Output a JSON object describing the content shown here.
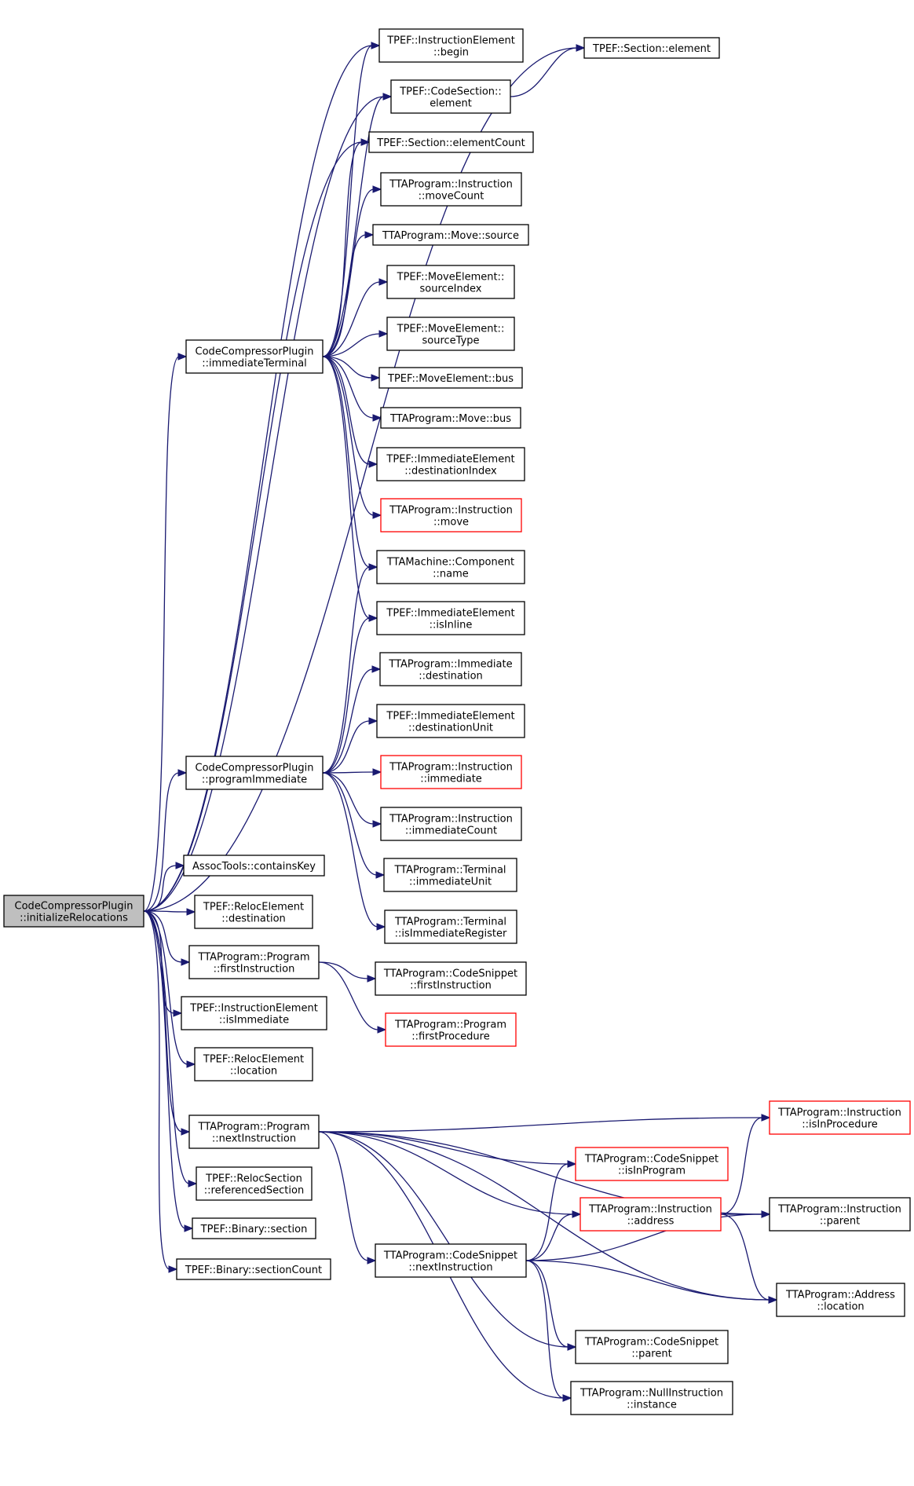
{
  "colors": {
    "edge": "#191970",
    "node_border": "#000000",
    "node_border_truncated": "#ff0000",
    "root_fill": "#bfbfbf",
    "background": "#ffffff"
  },
  "nodes": [
    {
      "id": "root",
      "lines": [
        "CodeCompressorPlugin",
        "::initializeRelocations"
      ],
      "style": "root"
    },
    {
      "id": "ie_begin",
      "lines": [
        "TPEF::InstructionElement",
        "::begin"
      ],
      "style": "normal"
    },
    {
      "id": "sec_element",
      "lines": [
        "TPEF::Section::element"
      ],
      "style": "normal"
    },
    {
      "id": "cs_element",
      "lines": [
        "TPEF::CodeSection::",
        "element"
      ],
      "style": "normal"
    },
    {
      "id": "sec_elcount",
      "lines": [
        "TPEF::Section::elementCount"
      ],
      "style": "normal"
    },
    {
      "id": "instr_movecount",
      "lines": [
        "TTAProgram::Instruction",
        "::moveCount"
      ],
      "style": "normal"
    },
    {
      "id": "move_source",
      "lines": [
        "TTAProgram::Move::source"
      ],
      "style": "normal"
    },
    {
      "id": "me_srcindex",
      "lines": [
        "TPEF::MoveElement::",
        "sourceIndex"
      ],
      "style": "normal"
    },
    {
      "id": "me_srctype",
      "lines": [
        "TPEF::MoveElement::",
        "sourceType"
      ],
      "style": "normal"
    },
    {
      "id": "imm_term",
      "lines": [
        "CodeCompressorPlugin",
        "::immediateTerminal"
      ],
      "style": "normal"
    },
    {
      "id": "me_bus",
      "lines": [
        "TPEF::MoveElement::bus"
      ],
      "style": "normal"
    },
    {
      "id": "move_bus",
      "lines": [
        "TTAProgram::Move::bus"
      ],
      "style": "normal"
    },
    {
      "id": "ime_destindex",
      "lines": [
        "TPEF::ImmediateElement",
        "::destinationIndex"
      ],
      "style": "normal"
    },
    {
      "id": "instr_move",
      "lines": [
        "TTAProgram::Instruction",
        "::move"
      ],
      "style": "red"
    },
    {
      "id": "comp_name",
      "lines": [
        "TTAMachine::Component",
        "::name"
      ],
      "style": "normal"
    },
    {
      "id": "ime_isinline",
      "lines": [
        "TPEF::ImmediateElement",
        "::isInline"
      ],
      "style": "normal"
    },
    {
      "id": "imm_dest",
      "lines": [
        "TTAProgram::Immediate",
        "::destination"
      ],
      "style": "normal"
    },
    {
      "id": "ime_destunit",
      "lines": [
        "TPEF::ImmediateElement",
        "::destinationUnit"
      ],
      "style": "normal"
    },
    {
      "id": "prog_imm",
      "lines": [
        "CodeCompressorPlugin",
        "::programImmediate"
      ],
      "style": "normal"
    },
    {
      "id": "instr_imm",
      "lines": [
        "TTAProgram::Instruction",
        "::immediate"
      ],
      "style": "red"
    },
    {
      "id": "instr_immcount",
      "lines": [
        "TTAProgram::Instruction",
        "::immediateCount"
      ],
      "style": "normal"
    },
    {
      "id": "term_immunit",
      "lines": [
        "TTAProgram::Terminal",
        "::immediateUnit"
      ],
      "style": "normal"
    },
    {
      "id": "assoc_contains",
      "lines": [
        "AssocTools::containsKey"
      ],
      "style": "normal"
    },
    {
      "id": "term_isimmreg",
      "lines": [
        "TTAProgram::Terminal",
        "::isImmediateRegister"
      ],
      "style": "normal"
    },
    {
      "id": "re_dest",
      "lines": [
        "TPEF::RelocElement",
        "::destination"
      ],
      "style": "normal"
    },
    {
      "id": "prog_firstinstr",
      "lines": [
        "TTAProgram::Program",
        "::firstInstruction"
      ],
      "style": "normal"
    },
    {
      "id": "cs_firstinstr",
      "lines": [
        "TTAProgram::CodeSnippet",
        "::firstInstruction"
      ],
      "style": "normal"
    },
    {
      "id": "ie_isimm",
      "lines": [
        "TPEF::InstructionElement",
        "::isImmediate"
      ],
      "style": "normal"
    },
    {
      "id": "prog_firstproc",
      "lines": [
        "TTAProgram::Program",
        "::firstProcedure"
      ],
      "style": "red"
    },
    {
      "id": "re_location",
      "lines": [
        "TPEF::RelocElement",
        "::location"
      ],
      "style": "normal"
    },
    {
      "id": "instr_isinproc",
      "lines": [
        "TTAProgram::Instruction",
        "::isInProcedure"
      ],
      "style": "red"
    },
    {
      "id": "prog_nextinstr",
      "lines": [
        "TTAProgram::Program",
        "::nextInstruction"
      ],
      "style": "normal"
    },
    {
      "id": "cs_isinprog",
      "lines": [
        "TTAProgram::CodeSnippet",
        "::isInProgram"
      ],
      "style": "red"
    },
    {
      "id": "rs_refsection",
      "lines": [
        "TPEF::RelocSection",
        "::referencedSection"
      ],
      "style": "normal"
    },
    {
      "id": "instr_address",
      "lines": [
        "TTAProgram::Instruction",
        "::address"
      ],
      "style": "red"
    },
    {
      "id": "instr_parent",
      "lines": [
        "TTAProgram::Instruction",
        "::parent"
      ],
      "style": "normal"
    },
    {
      "id": "bin_section",
      "lines": [
        "TPEF::Binary::section"
      ],
      "style": "normal"
    },
    {
      "id": "cs_nextinstr",
      "lines": [
        "TTAProgram::CodeSnippet",
        "::nextInstruction"
      ],
      "style": "normal"
    },
    {
      "id": "bin_seccount",
      "lines": [
        "TPEF::Binary::sectionCount"
      ],
      "style": "normal"
    },
    {
      "id": "addr_location",
      "lines": [
        "TTAProgram::Address",
        "::location"
      ],
      "style": "normal"
    },
    {
      "id": "cs_parent",
      "lines": [
        "TTAProgram::CodeSnippet",
        "::parent"
      ],
      "style": "normal"
    },
    {
      "id": "null_instance",
      "lines": [
        "TTAProgram::NullInstruction",
        "::instance"
      ],
      "style": "normal"
    }
  ],
  "edges": [
    [
      "root",
      "ie_begin"
    ],
    [
      "root",
      "sec_element"
    ],
    [
      "root",
      "cs_element"
    ],
    [
      "root",
      "sec_elcount"
    ],
    [
      "root",
      "imm_term"
    ],
    [
      "root",
      "prog_imm"
    ],
    [
      "root",
      "assoc_contains"
    ],
    [
      "root",
      "re_dest"
    ],
    [
      "root",
      "prog_firstinstr"
    ],
    [
      "root",
      "ie_isimm"
    ],
    [
      "root",
      "re_location"
    ],
    [
      "root",
      "prog_nextinstr"
    ],
    [
      "root",
      "rs_refsection"
    ],
    [
      "root",
      "bin_section"
    ],
    [
      "root",
      "bin_seccount"
    ],
    [
      "cs_element",
      "sec_element"
    ],
    [
      "imm_term",
      "ie_begin"
    ],
    [
      "imm_term",
      "cs_element"
    ],
    [
      "imm_term",
      "sec_elcount"
    ],
    [
      "imm_term",
      "instr_movecount"
    ],
    [
      "imm_term",
      "move_source"
    ],
    [
      "imm_term",
      "me_srcindex"
    ],
    [
      "imm_term",
      "me_srctype"
    ],
    [
      "imm_term",
      "me_bus"
    ],
    [
      "imm_term",
      "move_bus"
    ],
    [
      "imm_term",
      "ime_destindex"
    ],
    [
      "imm_term",
      "instr_move"
    ],
    [
      "imm_term",
      "comp_name"
    ],
    [
      "imm_term",
      "ime_isinline"
    ],
    [
      "prog_imm",
      "comp_name"
    ],
    [
      "prog_imm",
      "ime_isinline"
    ],
    [
      "prog_imm",
      "imm_dest"
    ],
    [
      "prog_imm",
      "ime_destunit"
    ],
    [
      "prog_imm",
      "instr_imm"
    ],
    [
      "prog_imm",
      "instr_immcount"
    ],
    [
      "prog_imm",
      "term_immunit"
    ],
    [
      "prog_imm",
      "term_isimmreg"
    ],
    [
      "prog_firstinstr",
      "cs_firstinstr"
    ],
    [
      "prog_firstinstr",
      "prog_firstproc"
    ],
    [
      "prog_nextinstr",
      "instr_isinproc"
    ],
    [
      "prog_nextinstr",
      "cs_isinprog"
    ],
    [
      "prog_nextinstr",
      "instr_address"
    ],
    [
      "prog_nextinstr",
      "instr_parent"
    ],
    [
      "prog_nextinstr",
      "cs_nextinstr"
    ],
    [
      "prog_nextinstr",
      "addr_location"
    ],
    [
      "prog_nextinstr",
      "cs_parent"
    ],
    [
      "prog_nextinstr",
      "null_instance"
    ],
    [
      "cs_nextinstr",
      "cs_isinprog"
    ],
    [
      "cs_nextinstr",
      "instr_address"
    ],
    [
      "cs_nextinstr",
      "instr_parent"
    ],
    [
      "cs_nextinstr",
      "addr_location"
    ],
    [
      "cs_nextinstr",
      "cs_parent"
    ],
    [
      "cs_nextinstr",
      "null_instance"
    ],
    [
      "instr_address",
      "instr_isinproc"
    ],
    [
      "instr_address",
      "instr_parent"
    ],
    [
      "instr_address",
      "addr_location"
    ]
  ]
}
